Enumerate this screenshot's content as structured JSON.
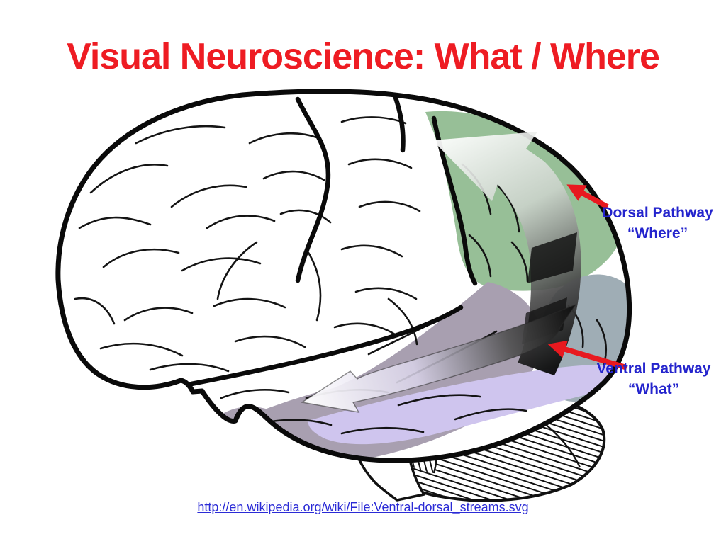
{
  "slide": {
    "title": "Visual Neuroscience: What / Where",
    "source_link": {
      "text": "http://en.wikipedia.org/wiki/File:Ventral-dorsal_streams.svg",
      "href": "http://en.wikipedia.org/wiki/File:Ventral-dorsal_streams.svg"
    }
  },
  "annotations": {
    "dorsal": {
      "line1": "Dorsal Pathway",
      "line2": "“Where”"
    },
    "ventral": {
      "line1": "Ventral Pathway",
      "line2": "“What”"
    }
  },
  "diagram": {
    "type": "brain-lateral-view",
    "regions": [
      {
        "name": "parietal-dorsal-stream-region",
        "color_key": "parietal_green"
      },
      {
        "name": "occipital-visual-cortex",
        "color_key": "occipital_gray_blue"
      },
      {
        "name": "temporal-ventral-stream-region",
        "color_key": "temporal_gray_purple"
      },
      {
        "name": "inferior-temporal-band",
        "color_key": "ventral_purple"
      }
    ],
    "arrows": [
      {
        "name": "dorsal-stream-arrow",
        "direction": "occipital-to-parietal"
      },
      {
        "name": "ventral-stream-arrow",
        "direction": "occipital-to-temporal"
      }
    ]
  },
  "colors": {
    "title_red": "#ee1c23",
    "label_blue": "#2424cd",
    "link_blue": "#2b2bd6",
    "arrow_red": "#e8191f",
    "parietal_green": "#97bf97",
    "occipital_gray_blue": "#9fadb5",
    "temporal_gray_purple": "#a89fb0",
    "ventral_purple": "#cfc5ee",
    "outline_black": "#0a0a0a"
  }
}
